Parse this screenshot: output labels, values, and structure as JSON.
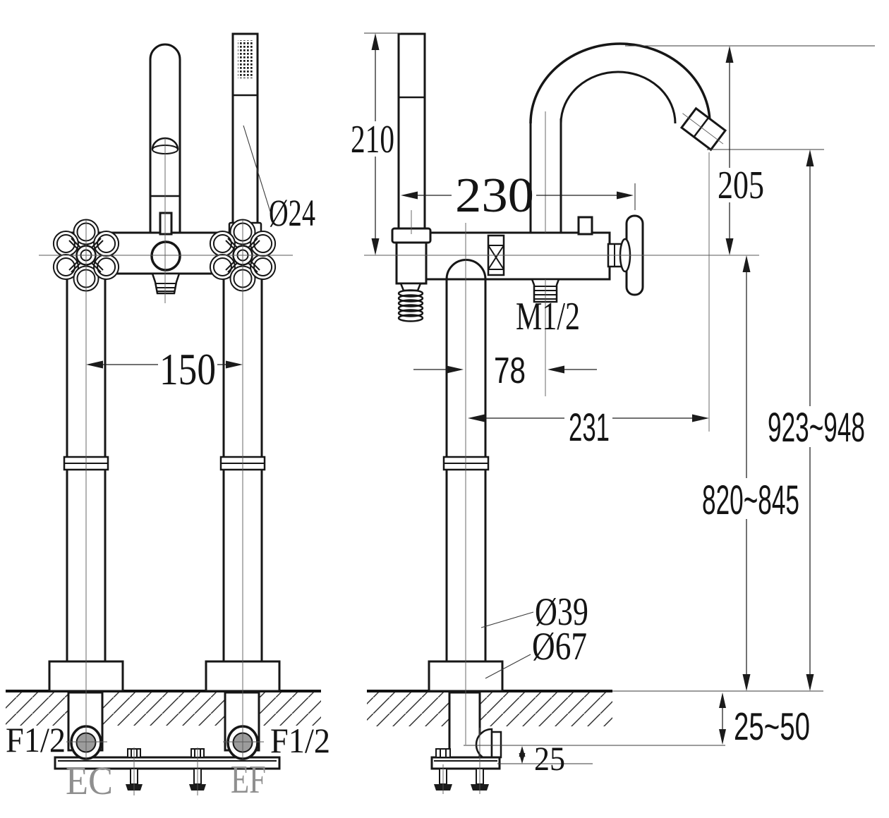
{
  "drawing": {
    "type": "installation-dimension-drawing",
    "product": "freestanding bathtub mixer with hand shower",
    "views": [
      "front",
      "side"
    ]
  },
  "labels": {
    "dim_150": "150",
    "dia_24": "Ø24",
    "dim_210": "210",
    "dim_230": "230",
    "dim_205": "205",
    "thread_m12": "M1/2",
    "dim_78": "78",
    "dim_231": "231",
    "dim_923_948": "923~948",
    "dim_820_845": "820~845",
    "dia_39": "Ø39",
    "dia_67": "Ø67",
    "dim_25_50": "25~50",
    "dim_25": "25",
    "thread_f12_left": "F1/2",
    "thread_f12_right": "F1/2",
    "inlet_cold": "EC",
    "inlet_hot": "EF"
  },
  "colors": {
    "line": "#161616",
    "center_line": "#5a5a5a",
    "gray_label": "#8f8f8f",
    "inlet_fill": "#9c9c9c",
    "background": "#ffffff"
  }
}
